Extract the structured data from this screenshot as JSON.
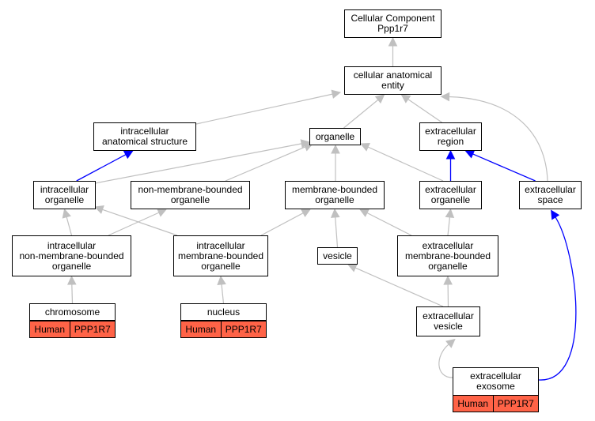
{
  "colors": {
    "edge_gray": "#c0c0c0",
    "edge_blue": "#0000ff",
    "annotation_fill": "#ff6347"
  },
  "nodes": {
    "root": "Cellular Component\nPpp1r7",
    "cae": "cellular anatomical\nentity",
    "ias": "intracellular\nanatomical structure",
    "organelle": "organelle",
    "ecr": "extracellular\nregion",
    "io": "intracellular\norganelle",
    "nmbo": "non-membrane-bounded\norganelle",
    "mbo": "membrane-bounded\norganelle",
    "eco": "extracellular\norganelle",
    "ecs": "extracellular\nspace",
    "inmbo": "intracellular\nnon-membrane-bounded\norganelle",
    "imbo": "intracellular\nmembrane-bounded\norganelle",
    "vesicle": "vesicle",
    "embo": "extracellular\nmembrane-bounded\norganelle",
    "ecv": "extracellular\nvesicle",
    "chromosome": "chromosome",
    "nucleus": "nucleus",
    "exosome": "extracellular\nexosome"
  },
  "annotations": {
    "chromosome": {
      "species": "Human",
      "gene": "PPP1R7"
    },
    "nucleus": {
      "species": "Human",
      "gene": "PPP1R7"
    },
    "exosome": {
      "species": "Human",
      "gene": "PPP1R7"
    }
  },
  "edges": [
    {
      "from": "cae",
      "to": "root",
      "style": "gray"
    },
    {
      "from": "ias",
      "to": "cae",
      "style": "gray"
    },
    {
      "from": "organelle",
      "to": "cae",
      "style": "gray"
    },
    {
      "from": "ecr",
      "to": "cae",
      "style": "gray"
    },
    {
      "from": "ecs",
      "to": "cae",
      "style": "gray"
    },
    {
      "from": "io",
      "to": "ias",
      "style": "blue"
    },
    {
      "from": "io",
      "to": "organelle",
      "style": "gray"
    },
    {
      "from": "nmbo",
      "to": "organelle",
      "style": "gray"
    },
    {
      "from": "mbo",
      "to": "organelle",
      "style": "gray"
    },
    {
      "from": "eco",
      "to": "organelle",
      "style": "gray"
    },
    {
      "from": "eco",
      "to": "ecr",
      "style": "blue"
    },
    {
      "from": "ecs",
      "to": "ecr",
      "style": "blue"
    },
    {
      "from": "inmbo",
      "to": "io",
      "style": "gray"
    },
    {
      "from": "inmbo",
      "to": "nmbo",
      "style": "gray"
    },
    {
      "from": "imbo",
      "to": "io",
      "style": "gray"
    },
    {
      "from": "imbo",
      "to": "mbo",
      "style": "gray"
    },
    {
      "from": "vesicle",
      "to": "mbo",
      "style": "gray"
    },
    {
      "from": "embo",
      "to": "mbo",
      "style": "gray"
    },
    {
      "from": "embo",
      "to": "eco",
      "style": "gray"
    },
    {
      "from": "chromosome",
      "to": "inmbo",
      "style": "gray"
    },
    {
      "from": "nucleus",
      "to": "imbo",
      "style": "gray"
    },
    {
      "from": "ecv",
      "to": "vesicle",
      "style": "gray"
    },
    {
      "from": "ecv",
      "to": "embo",
      "style": "gray"
    },
    {
      "from": "exosome",
      "to": "ecv",
      "style": "gray"
    },
    {
      "from": "exosome",
      "to": "ecs",
      "style": "blue"
    }
  ]
}
